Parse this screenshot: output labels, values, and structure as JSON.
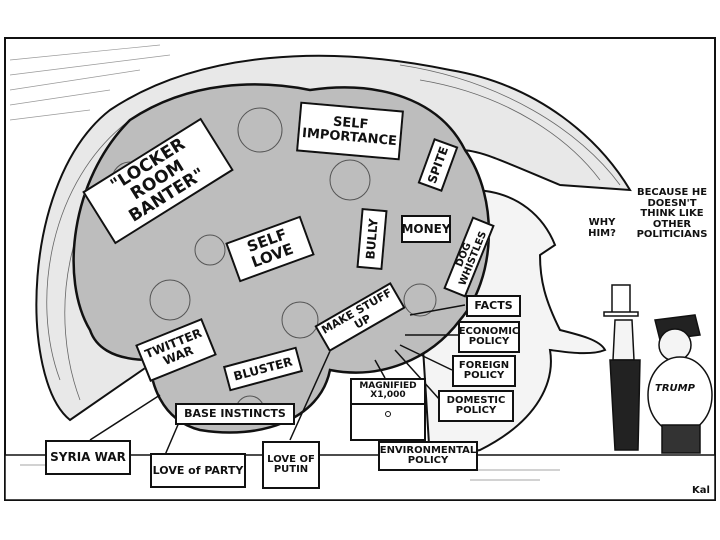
{
  "brain_labels": {
    "locker_room_banter": "\"LOCKER ROOM BANTER\"",
    "self_importance": "SELF IMPORTANCE",
    "spite": "SPITE",
    "self_love": "SELF LOVE",
    "bully": "BULLY",
    "money": "MONEY",
    "dog_whistles": "DOG WHISTLES",
    "twitter_war": "TWITTER WAR",
    "bluster": "BLUSTER",
    "make_stuff_up": "MAKE STUFF UP",
    "base_instincts": "BASE INSTINCTS"
  },
  "pointer_labels": {
    "facts": "FACTS",
    "economic_policy": "ECONOMIC POLICY",
    "foreign_policy": "FOREIGN POLICY",
    "domestic_policy": "DOMESTIC POLICY",
    "magnified": "MAGNIFIED X1,000",
    "environmental_policy": "ENVIRONMENTAL POLICY",
    "syria_war": "SYRIA WAR",
    "love_of_party": "LOVE of PARTY",
    "love_of_putin": "LOVE OF PUTIN"
  },
  "dialogue": {
    "uncle_sam": "WHY HIM?",
    "supporter": "BECAUSE HE DOESN'T THINK LIKE OTHER POLITICIANS"
  },
  "shirt_text": "TRUMP",
  "signature": "Kal"
}
